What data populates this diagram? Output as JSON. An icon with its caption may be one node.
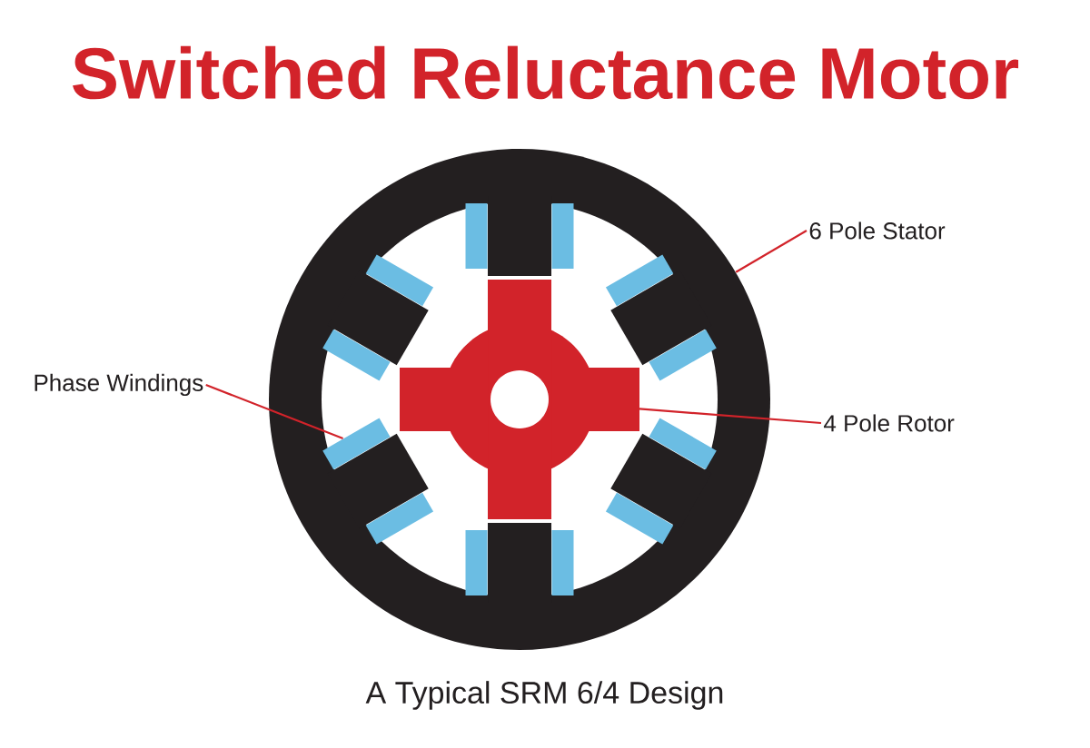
{
  "diagram": {
    "title": "Switched Reluctance Motor",
    "caption": "A Typical SRM 6/4 Design",
    "nodes": [
      {
        "text": [
          "6 Pole Stator"
        ]
      },
      {
        "text": [
          "Phase Windings"
        ]
      },
      {
        "text": [
          "4 Pole Rotor"
        ]
      },
      {
        "text": [],
        "shape": "picture"
      },
      {
        "text": [],
        "shape": "box",
        "in": 3
      },
      {
        "text": [],
        "shape": "box",
        "in": 3
      },
      {
        "text": [],
        "shape": "box",
        "in": 3
      },
      {
        "text": [],
        "shape": "box",
        "in": 3
      },
      {
        "text": [],
        "shape": "box",
        "in": 3
      },
      {
        "text": [],
        "shape": "box",
        "in": 3
      },
      {
        "text": [],
        "shape": "box",
        "in": 3
      },
      {
        "text": [],
        "shape": "box",
        "in": 3
      },
      {
        "text": [],
        "shape": "box",
        "in": 3
      },
      {
        "text": [],
        "shape": "box",
        "in": 3
      },
      {
        "text": [],
        "shape": "box",
        "in": 3
      },
      {
        "text": [],
        "shape": "box",
        "in": 3
      },
      {
        "text": [],
        "shape": "picture",
        "in": 3
      }
    ],
    "edges": [
      {
        "from": 0,
        "to": 3,
        "arrow": "none"
      },
      {
        "from": 1,
        "to": 10,
        "arrow": "none"
      },
      {
        "from": 2,
        "to": 16,
        "arrow": "none"
      }
    ]
  }
}
